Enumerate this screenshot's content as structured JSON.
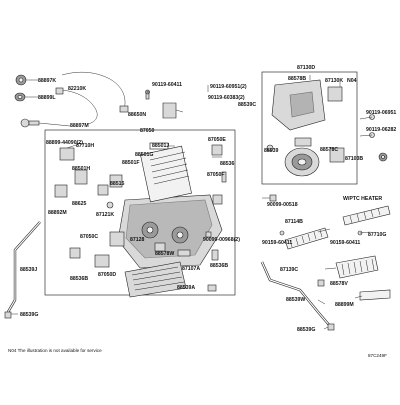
{
  "labels": {
    "p88897K": "88897K",
    "p88899L": "88899L",
    "p82210K": "82210K",
    "p88897M": "88897M",
    "p90119_60411_a": "90119-60411",
    "p88650N": "88650N",
    "p90119_60951_c": "90119-60951(2)",
    "p88899_44090": "88899-44090(2)",
    "p87050": "87050",
    "p87130D": "87130D",
    "p88578B": "88578B",
    "p87130K": "87130K",
    "pN04": "N04",
    "p88539C_top": "88539C",
    "p90119_60383": "90119-60383(2)",
    "p90119_06951": "90119-06951",
    "p90119_06282": "90119-06282",
    "p88539_right": "88539",
    "p88578C": "88578C",
    "p87103B": "87103B",
    "p87710H": "87710H",
    "p88501J": "88501J",
    "p88501H": "88501H",
    "p88501G": "88501G",
    "p88501F": "88501F",
    "p87050E": "87050E",
    "p88536": "88536",
    "p88515": "88515",
    "p88625": "88625",
    "p88892M": "88892M",
    "p87121K": "87121K",
    "p87050F": "87050F",
    "p90099_00518": "90099-00518",
    "p87114B": "87114B",
    "pWPTC": "W/PTC HEATER",
    "p87710G": "87710G",
    "p90159_60411_a": "90159-60411",
    "p90159_60411_b": "90159-60411",
    "p88539J": "88539J",
    "p87050C": "87050C",
    "p87128": "87128",
    "p88578W": "88578W",
    "p90099_00968": "90099-00968(2)",
    "p88536B": "88536B",
    "p87050D": "87050D",
    "p87107A": "87107A",
    "p88539A": "88539A",
    "p87139C": "87139C",
    "p88578V": "88578V",
    "p88539W": "88539W",
    "p88899M": "88899M",
    "p88539G_left": "88539G",
    "p88539G_right": "88539G",
    "note": "N04 The illustration is not available for service",
    "code": "87C249F"
  },
  "icons": [
    "grommet-icon",
    "blower-motor-icon",
    "filter-icon",
    "evaporator-icon",
    "ptc-heater-icon"
  ]
}
